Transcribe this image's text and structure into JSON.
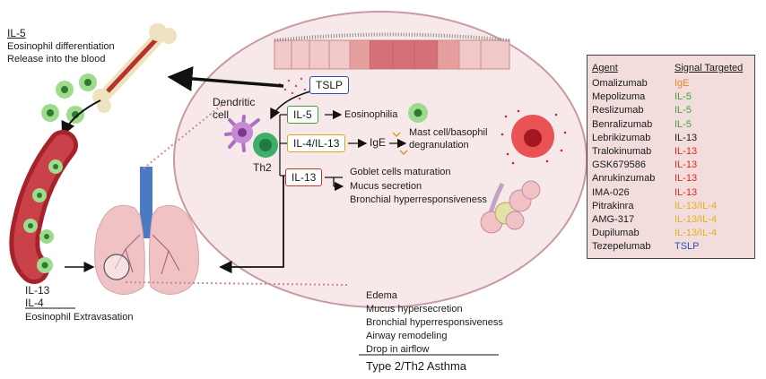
{
  "labels": {
    "il5_title": "IL-5",
    "eos_diff": "Eosinophil differentiation",
    "release": "Release into the blood",
    "dendritic_1": "Dendritic",
    "dendritic_2": "cell",
    "th2": "Th2",
    "il13_left": "IL-13",
    "il4_left": "IL-4",
    "eos_extra": "Eosinophil Extravasation",
    "tslp": "TSLP",
    "eosinophilia": "Eosinophilia",
    "ige": "IgE",
    "mast_1": "Mast cell/basophil",
    "mast_2": "degranulation",
    "goblet": "Goblet cells maturation",
    "mucus": "Mucus secretion",
    "bronchial": "Bronchial hyperresponsiveness",
    "asthma": "Type 2/Th2 Asthma"
  },
  "cytokine_boxes": {
    "il5": "IL-5",
    "il4_il13": "IL-4/IL-13",
    "il13": "IL-13"
  },
  "symptoms": [
    "Edema",
    "Mucus hypersecretion",
    "Bronchial  hyperresponsiveness",
    "Airway remodeling",
    "Drop in airflow"
  ],
  "table": {
    "header_agent": "Agent",
    "header_signal": "Signal Targeted",
    "rows": [
      {
        "agent": "Omalizumab",
        "signal": "IgE",
        "color": "#e08a1e"
      },
      {
        "agent": "Mepolizuma",
        "signal": "IL-5",
        "color": "#3da13d"
      },
      {
        "agent": "Reslizumab",
        "signal": "IL-5",
        "color": "#3da13d"
      },
      {
        "agent": "Benralizumab",
        "signal": "IL-5",
        "color": "#3da13d"
      },
      {
        "agent": "Lebrikizumab",
        "signal": "IL-13",
        "color": "#1a1a1a"
      },
      {
        "agent": "Tralokinumab",
        "signal": "IL-13",
        "color": "#d42a2a"
      },
      {
        "agent": "GSK679586",
        "signal": "IL-13",
        "color": "#d42a2a"
      },
      {
        "agent": "Anrukinzumab",
        "signal": "IL-13",
        "color": "#d42a2a"
      },
      {
        "agent": "IMA-026",
        "signal": "IL-13",
        "color": "#d42a2a"
      },
      {
        "agent": "Pitrakinra",
        "signal": "IL-13/IL-4",
        "color": "#e0b21e"
      },
      {
        "agent": "AMG-317",
        "signal": "IL-13/IL-4",
        "color": "#e0b21e"
      },
      {
        "agent": "Dupilumab",
        "signal": "IL-13/IL-4",
        "color": "#e0b21e"
      },
      {
        "agent": "Tezepelumab",
        "signal": "TSLP",
        "color": "#2a4fb5"
      }
    ]
  },
  "colors": {
    "il5_box": "#3da13d",
    "il4_il13_box": "#e0a51e",
    "il13_box": "#c0392b",
    "tslp_box": "#2a4fb5",
    "table_bg": "#f3dcdc",
    "oval_fill": "#f7e9e9",
    "oval_stroke": "#c89aa0"
  },
  "icons": [
    "bone-icon",
    "eosinophil-icon",
    "blood-vessel-icon",
    "lungs-icon",
    "dendritic-cell-icon",
    "th2-cell-icon",
    "epithelium-icon",
    "mast-cell-icon",
    "alveoli-icon"
  ]
}
